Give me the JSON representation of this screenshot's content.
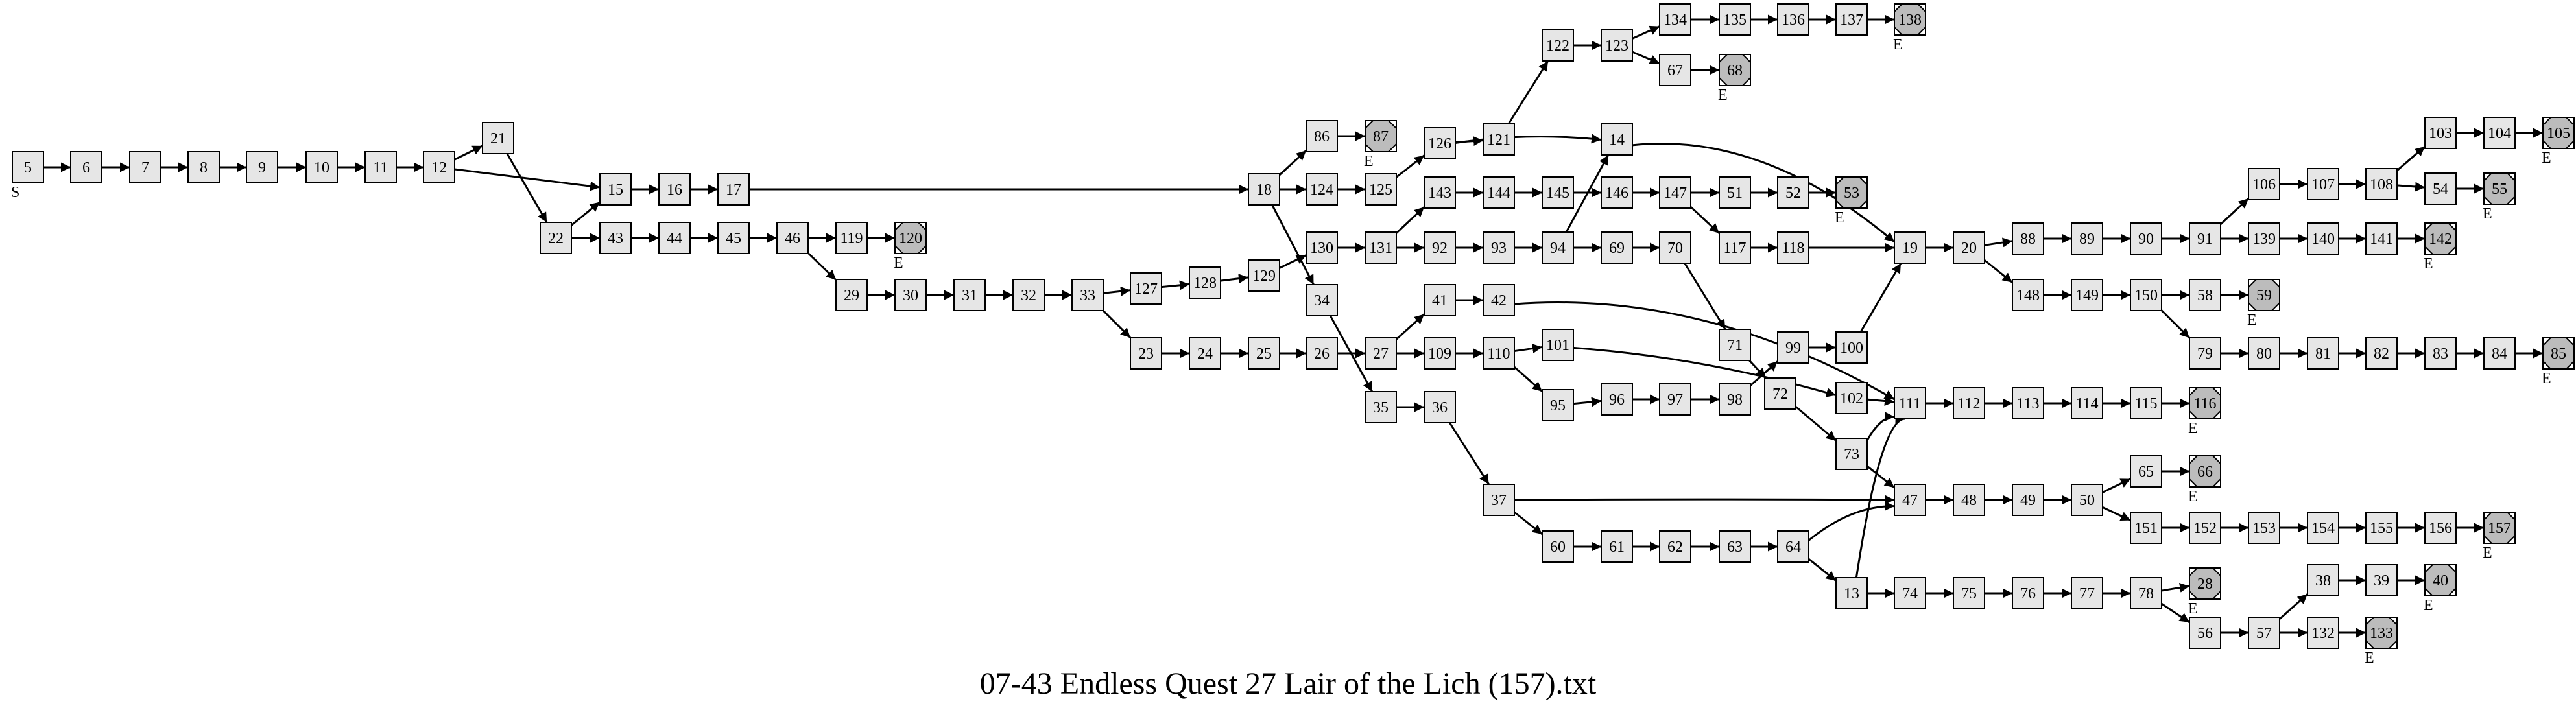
{
  "caption": "07-43 Endless Quest 27 Lair of the Lich (157).txt",
  "start_label": "S",
  "end_label": "E",
  "colors": {
    "node_fill": "#e6e6e6",
    "terminal_fill": "#bcbcbc",
    "stroke": "#000000"
  },
  "start_node": "5",
  "terminal_nodes": [
    "87",
    "120",
    "53",
    "138",
    "68",
    "105",
    "55",
    "142",
    "59",
    "85",
    "116",
    "66",
    "157",
    "28",
    "40",
    "133"
  ],
  "nodes": [
    "5",
    "6",
    "7",
    "8",
    "9",
    "10",
    "11",
    "12",
    "21",
    "22",
    "15",
    "16",
    "17",
    "43",
    "44",
    "45",
    "46",
    "119",
    "120",
    "29",
    "30",
    "31",
    "32",
    "33",
    "127",
    "128",
    "129",
    "130",
    "131",
    "23",
    "24",
    "25",
    "26",
    "27",
    "18",
    "86",
    "87",
    "124",
    "125",
    "126",
    "121",
    "122",
    "123",
    "134",
    "135",
    "136",
    "137",
    "138",
    "67",
    "68",
    "14",
    "34",
    "35",
    "36",
    "37",
    "60",
    "61",
    "62",
    "63",
    "64",
    "13",
    "74",
    "75",
    "76",
    "77",
    "78",
    "28",
    "143",
    "144",
    "145",
    "146",
    "147",
    "51",
    "52",
    "53",
    "117",
    "118",
    "92",
    "93",
    "94",
    "69",
    "70",
    "71",
    "72",
    "73",
    "41",
    "42",
    "109",
    "110",
    "101",
    "95",
    "96",
    "97",
    "98",
    "99",
    "100",
    "102",
    "111",
    "112",
    "113",
    "114",
    "115",
    "116",
    "19",
    "20",
    "88",
    "89",
    "90",
    "91",
    "106",
    "107",
    "108",
    "103",
    "104",
    "105",
    "54",
    "55",
    "139",
    "140",
    "141",
    "142",
    "148",
    "149",
    "150",
    "58",
    "59",
    "79",
    "80",
    "81",
    "82",
    "83",
    "84",
    "85",
    "47",
    "48",
    "49",
    "50",
    "65",
    "66",
    "151",
    "152",
    "153",
    "154",
    "155",
    "156",
    "157",
    "56",
    "57",
    "38",
    "39",
    "40",
    "132",
    "133"
  ],
  "edges": [
    [
      "5",
      "6"
    ],
    [
      "6",
      "7"
    ],
    [
      "7",
      "8"
    ],
    [
      "8",
      "9"
    ],
    [
      "9",
      "10"
    ],
    [
      "10",
      "11"
    ],
    [
      "11",
      "12"
    ],
    [
      "12",
      "21"
    ],
    [
      "12",
      "15"
    ],
    [
      "21",
      "22"
    ],
    [
      "22",
      "15"
    ],
    [
      "22",
      "43"
    ],
    [
      "15",
      "16"
    ],
    [
      "16",
      "17"
    ],
    [
      "17",
      "18"
    ],
    [
      "43",
      "44"
    ],
    [
      "44",
      "45"
    ],
    [
      "45",
      "46"
    ],
    [
      "46",
      "119"
    ],
    [
      "119",
      "120"
    ],
    [
      "46",
      "29"
    ],
    [
      "29",
      "30"
    ],
    [
      "30",
      "31"
    ],
    [
      "31",
      "32"
    ],
    [
      "32",
      "33"
    ],
    [
      "33",
      "127"
    ],
    [
      "33",
      "23"
    ],
    [
      "127",
      "128"
    ],
    [
      "128",
      "129"
    ],
    [
      "129",
      "130"
    ],
    [
      "130",
      "131"
    ],
    [
      "23",
      "24"
    ],
    [
      "24",
      "25"
    ],
    [
      "25",
      "26"
    ],
    [
      "26",
      "27"
    ],
    [
      "18",
      "86"
    ],
    [
      "18",
      "124"
    ],
    [
      "18",
      "34"
    ],
    [
      "86",
      "87"
    ],
    [
      "124",
      "125"
    ],
    [
      "125",
      "126"
    ],
    [
      "126",
      "121"
    ],
    [
      "126",
      "14"
    ],
    [
      "121",
      "122"
    ],
    [
      "122",
      "123"
    ],
    [
      "123",
      "134"
    ],
    [
      "123",
      "67"
    ],
    [
      "134",
      "135"
    ],
    [
      "135",
      "136"
    ],
    [
      "136",
      "137"
    ],
    [
      "137",
      "138"
    ],
    [
      "67",
      "68"
    ],
    [
      "14",
      "19"
    ],
    [
      "34",
      "35"
    ],
    [
      "35",
      "36"
    ],
    [
      "36",
      "37"
    ],
    [
      "37",
      "47"
    ],
    [
      "37",
      "60"
    ],
    [
      "60",
      "61"
    ],
    [
      "61",
      "62"
    ],
    [
      "62",
      "63"
    ],
    [
      "63",
      "64"
    ],
    [
      "64",
      "47"
    ],
    [
      "64",
      "13"
    ],
    [
      "13",
      "111"
    ],
    [
      "13",
      "74"
    ],
    [
      "74",
      "75"
    ],
    [
      "75",
      "76"
    ],
    [
      "76",
      "77"
    ],
    [
      "77",
      "78"
    ],
    [
      "78",
      "28"
    ],
    [
      "78",
      "56"
    ],
    [
      "131",
      "143"
    ],
    [
      "131",
      "92"
    ],
    [
      "143",
      "144"
    ],
    [
      "144",
      "145"
    ],
    [
      "145",
      "146"
    ],
    [
      "146",
      "147"
    ],
    [
      "147",
      "51"
    ],
    [
      "147",
      "117"
    ],
    [
      "51",
      "52"
    ],
    [
      "52",
      "53"
    ],
    [
      "117",
      "118"
    ],
    [
      "118",
      "19"
    ],
    [
      "92",
      "93"
    ],
    [
      "93",
      "94"
    ],
    [
      "94",
      "14"
    ],
    [
      "94",
      "69"
    ],
    [
      "69",
      "70"
    ],
    [
      "70",
      "71"
    ],
    [
      "71",
      "72"
    ],
    [
      "72",
      "73"
    ],
    [
      "73",
      "111"
    ],
    [
      "73",
      "47"
    ],
    [
      "27",
      "41"
    ],
    [
      "27",
      "109"
    ],
    [
      "41",
      "42"
    ],
    [
      "42",
      "111"
    ],
    [
      "109",
      "110"
    ],
    [
      "110",
      "101"
    ],
    [
      "110",
      "95"
    ],
    [
      "101",
      "102"
    ],
    [
      "95",
      "96"
    ],
    [
      "96",
      "97"
    ],
    [
      "97",
      "98"
    ],
    [
      "98",
      "99"
    ],
    [
      "99",
      "100"
    ],
    [
      "100",
      "19"
    ],
    [
      "102",
      "111"
    ],
    [
      "111",
      "112"
    ],
    [
      "112",
      "113"
    ],
    [
      "113",
      "114"
    ],
    [
      "114",
      "115"
    ],
    [
      "115",
      "116"
    ],
    [
      "19",
      "20"
    ],
    [
      "20",
      "88"
    ],
    [
      "20",
      "148"
    ],
    [
      "88",
      "89"
    ],
    [
      "89",
      "90"
    ],
    [
      "90",
      "91"
    ],
    [
      "91",
      "106"
    ],
    [
      "91",
      "139"
    ],
    [
      "106",
      "107"
    ],
    [
      "107",
      "108"
    ],
    [
      "108",
      "103"
    ],
    [
      "108",
      "54"
    ],
    [
      "103",
      "104"
    ],
    [
      "104",
      "105"
    ],
    [
      "54",
      "55"
    ],
    [
      "139",
      "140"
    ],
    [
      "140",
      "141"
    ],
    [
      "141",
      "142"
    ],
    [
      "148",
      "149"
    ],
    [
      "149",
      "150"
    ],
    [
      "150",
      "58"
    ],
    [
      "150",
      "79"
    ],
    [
      "58",
      "59"
    ],
    [
      "79",
      "80"
    ],
    [
      "80",
      "81"
    ],
    [
      "81",
      "82"
    ],
    [
      "82",
      "83"
    ],
    [
      "83",
      "84"
    ],
    [
      "84",
      "85"
    ],
    [
      "47",
      "48"
    ],
    [
      "48",
      "49"
    ],
    [
      "49",
      "50"
    ],
    [
      "50",
      "65"
    ],
    [
      "50",
      "151"
    ],
    [
      "65",
      "66"
    ],
    [
      "151",
      "152"
    ],
    [
      "152",
      "153"
    ],
    [
      "153",
      "154"
    ],
    [
      "154",
      "155"
    ],
    [
      "155",
      "156"
    ],
    [
      "156",
      "157"
    ],
    [
      "56",
      "57"
    ],
    [
      "57",
      "38"
    ],
    [
      "57",
      "132"
    ],
    [
      "38",
      "39"
    ],
    [
      "39",
      "40"
    ],
    [
      "132",
      "133"
    ]
  ]
}
